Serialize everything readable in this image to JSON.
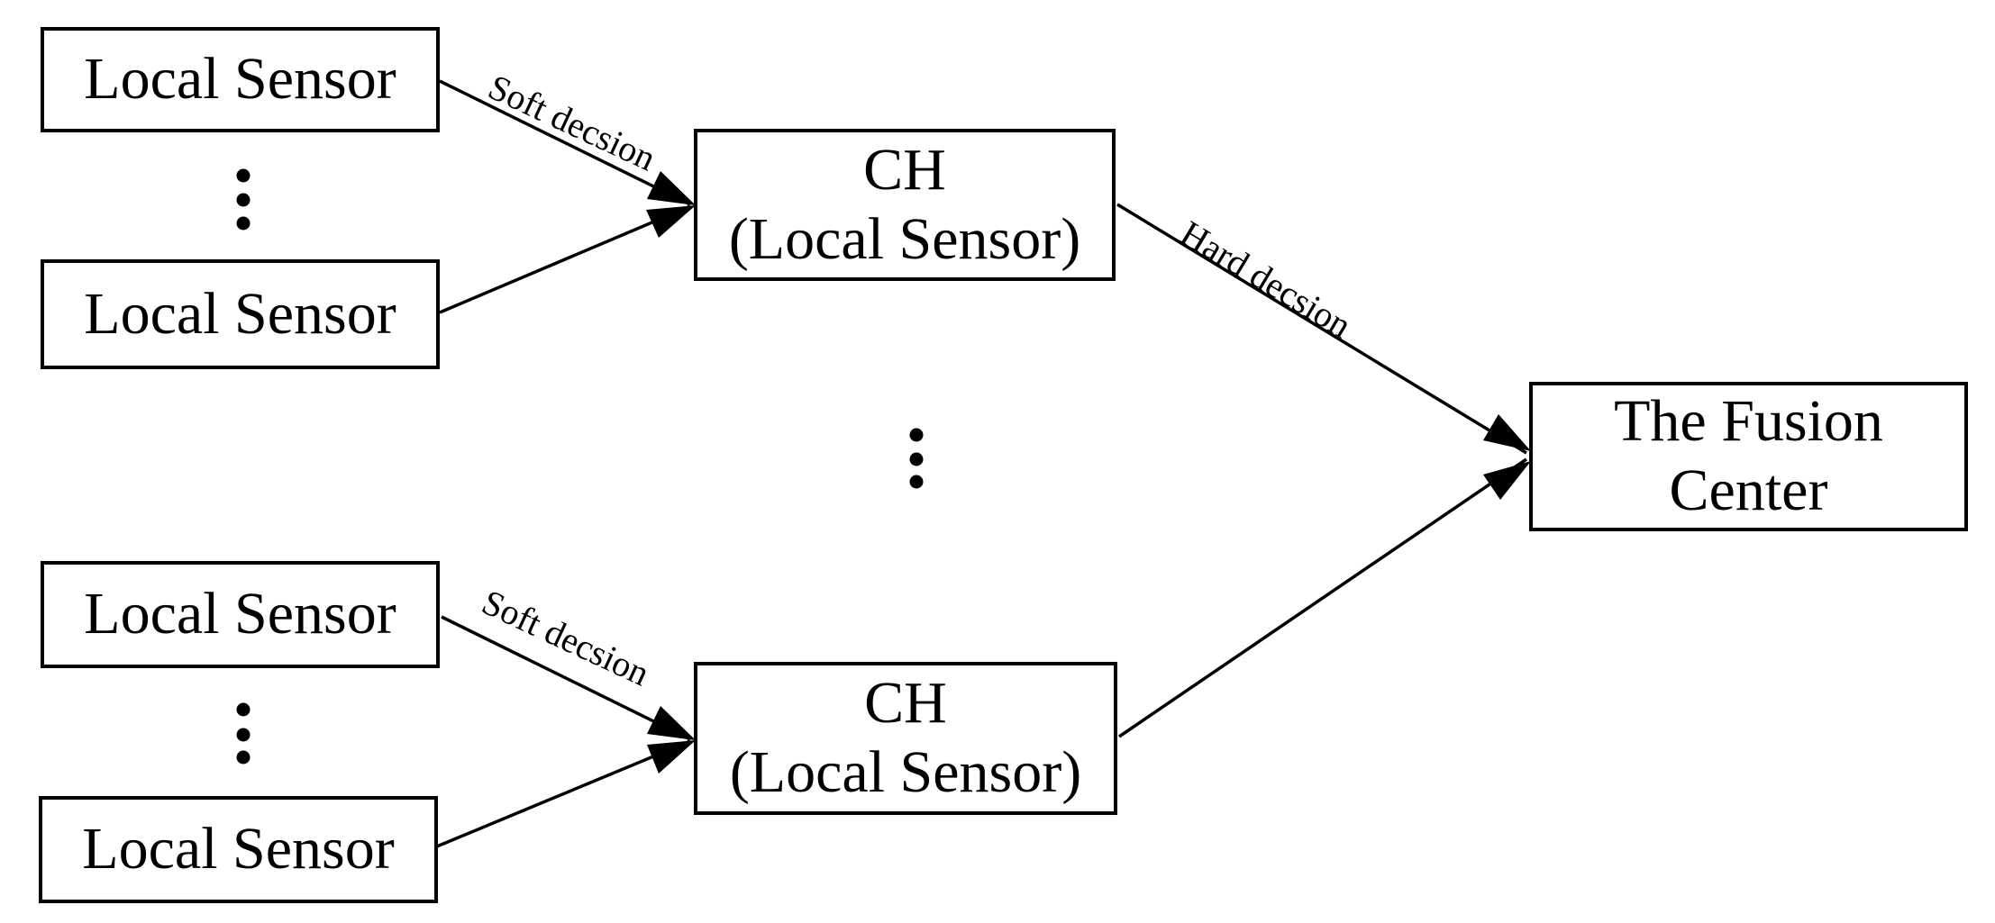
{
  "figure": {
    "background_color": "#ffffff",
    "line_color": "#000000",
    "nodes": {
      "local_sensor_top_1": {
        "label": "Local Sensor"
      },
      "local_sensor_top_2": {
        "label": "Local Sensor"
      },
      "local_sensor_bottom_1": {
        "label": "Local Sensor"
      },
      "local_sensor_bottom_2": {
        "label": "Local Sensor"
      },
      "cluster_head_top": {
        "line1": "CH",
        "line2": "(Local Sensor)"
      },
      "cluster_head_bottom": {
        "line1": "CH",
        "line2": "(Local Sensor)"
      },
      "fusion_center": {
        "line1": "The Fusion",
        "line2": "Center"
      }
    },
    "edge_labels": {
      "soft_decision_top": "Soft decsion",
      "hard_decision": "Hard decsion",
      "soft_decision_bottom": "Soft decsion"
    },
    "ellipsis": {
      "symbol_name": "vertical-ellipsis",
      "count": 3
    }
  }
}
